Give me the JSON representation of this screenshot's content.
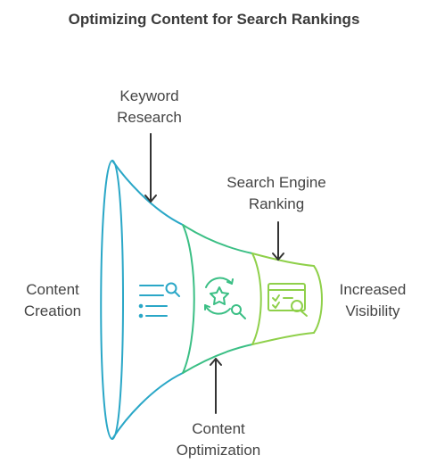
{
  "title": "Optimizing Content for Search Rankings",
  "labels": {
    "keyword": [
      "Keyword",
      "Research"
    ],
    "search_engine": [
      "Search Engine",
      "Ranking"
    ],
    "content_creation": [
      "Content",
      "Creation"
    ],
    "increased": [
      "Increased",
      "Visibility"
    ],
    "optimization": [
      "Content",
      "Optimization"
    ]
  },
  "colors": {
    "stage1": "#2aa7c7",
    "stage2": "#3bbf85",
    "stage3": "#8fd04a",
    "arrow": "#333333"
  },
  "icons": {
    "stage1": "list-search-icon",
    "stage2": "star-search-icon",
    "stage3": "browser-search-icon"
  }
}
